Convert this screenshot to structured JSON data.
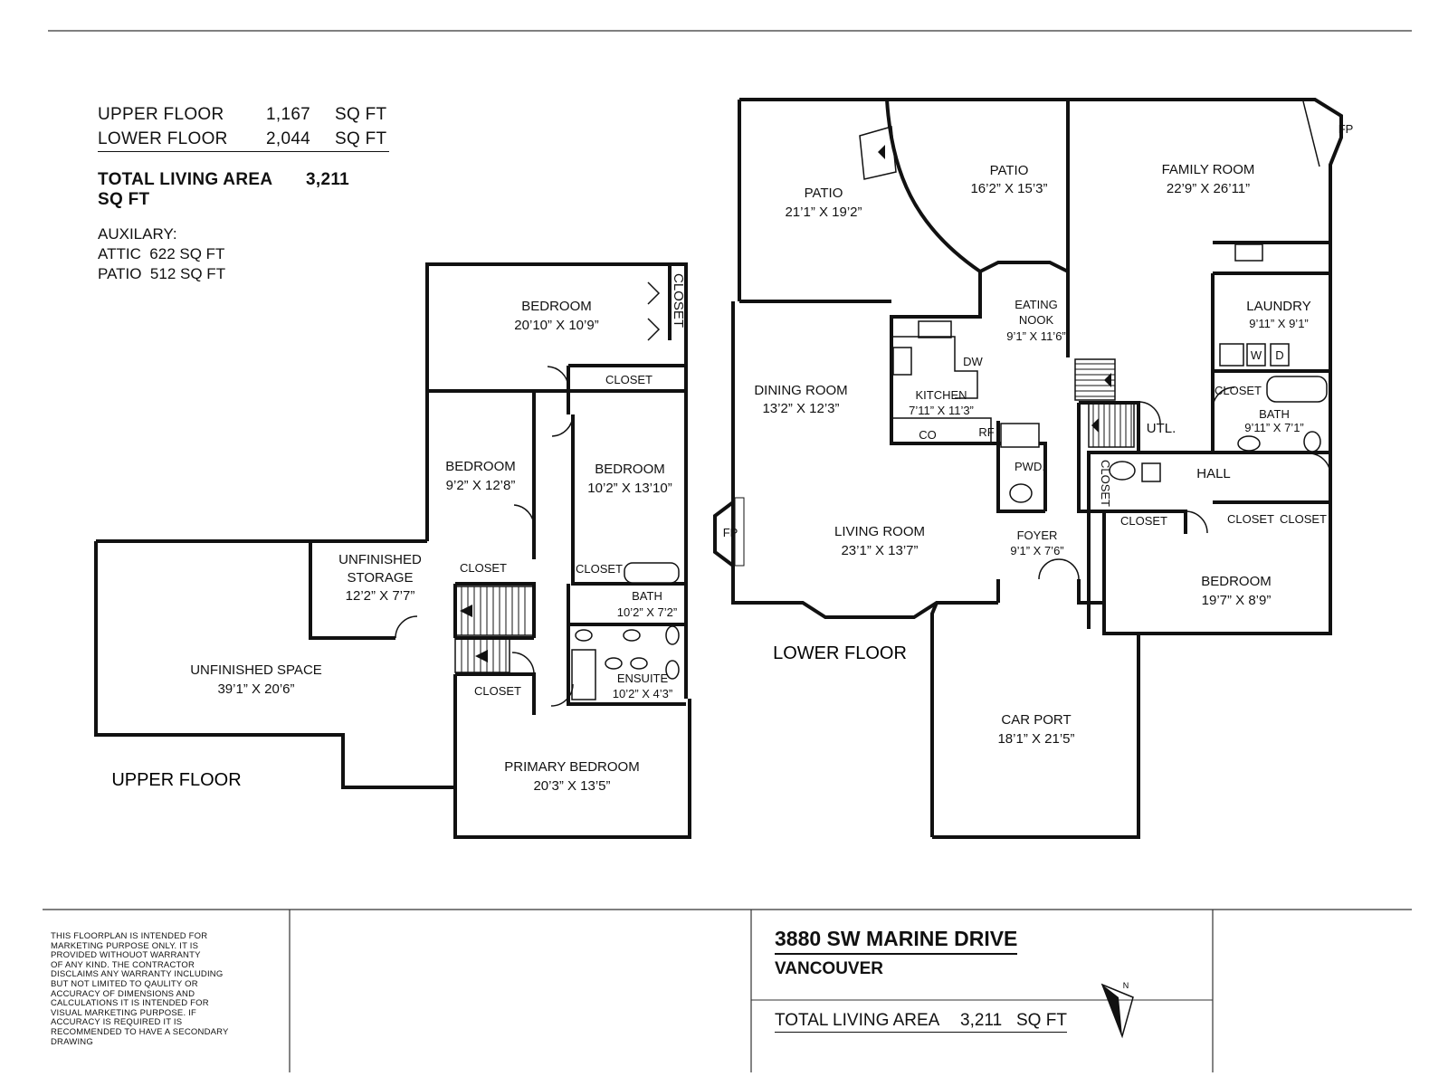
{
  "area_summary": {
    "upper": {
      "label": "UPPER FLOOR",
      "value": "1,167",
      "unit": "SQ FT"
    },
    "lower": {
      "label": "LOWER FLOOR",
      "value": "2,044",
      "unit": "SQ FT"
    },
    "total": {
      "label": "TOTAL LIVING AREA",
      "value": "3,211",
      "unit": "SQ FT"
    },
    "aux_title": "AUXILARY:",
    "aux_attic": "ATTIC  622 SQ FT",
    "aux_patio": "PATIO  512 SQ FT"
  },
  "floor_labels": {
    "upper": "UPPER FLOOR",
    "lower": "LOWER FLOOR"
  },
  "upper_rooms": {
    "bedroom_a": {
      "name": "BEDROOM",
      "dim": "20’10” X 10’9”"
    },
    "closet_v": "CLOSET",
    "closet_a": "CLOSET",
    "bedroom_b": {
      "name": "BEDROOM",
      "dim": "9’2” X 12’8”"
    },
    "bedroom_c": {
      "name": "BEDROOM",
      "dim": "10’2” X 13’10”"
    },
    "storage": {
      "name1": "UNFINISHED",
      "name2": "STORAGE",
      "dim": "12’2” X 7’7”"
    },
    "closet_b": "CLOSET",
    "closet_c": "CLOSET",
    "bath": {
      "name": "BATH",
      "dim": "10’2” X 7’2”"
    },
    "ensuite": {
      "name": "ENSUITE",
      "dim": "10’2” X 4’3”"
    },
    "unfinished": {
      "name": "UNFINISHED SPACE",
      "dim": "39’1” X 20’6”"
    },
    "closet_d": "CLOSET",
    "primary": {
      "name": "PRIMARY BEDROOM",
      "dim": "20’3” X 13’5”"
    }
  },
  "lower_rooms": {
    "patio_a": {
      "name": "PATIO",
      "dim": "21’1” X 19’2”"
    },
    "patio_b": {
      "name": "PATIO",
      "dim": "16’2” X 15’3”"
    },
    "family": {
      "name": "FAMILY ROOM",
      "dim": "22’9” X 26’11”"
    },
    "fp_a": "FP",
    "nook": {
      "name1": "EATING",
      "name2": "NOOK",
      "dim": "9’1” X 11’6”"
    },
    "laundry": {
      "name": "LAUNDRY",
      "dim": "9’11” X 9’1”"
    },
    "w": "W",
    "d": "D",
    "dining": {
      "name": "DINING ROOM",
      "dim": "13’2” X 12’3”"
    },
    "kitchen": {
      "name": "KITCHEN",
      "dim": "7’11” X 11’3”"
    },
    "dw": "DW",
    "co": "CO",
    "rf": "RF",
    "closet_a": "CLOSET",
    "bath": {
      "name": "BATH",
      "dim": "9’11” X 7’1”"
    },
    "utl": "UTL.",
    "hall": "HALL",
    "pwd": "PWD.",
    "closet_v": "CLOSET",
    "closet_b": "CLOSET",
    "closet_c": "CLOSET",
    "closet_d": "CLOSET",
    "living": {
      "name": "LIVING ROOM",
      "dim": "23’1” X 13’7”"
    },
    "foyer": {
      "name": "FOYER",
      "dim": "9’1” X 7’6”"
    },
    "fp_b": "FP",
    "bedroom": {
      "name": "BEDROOM",
      "dim": "19’7” X 8’9”"
    },
    "carport": {
      "name": "CAR PORT",
      "dim": "18’1” X 21’5”"
    }
  },
  "footer": {
    "disclaimer": [
      "THIS FLOORPLAN IS INTENDED FOR",
      "MARKETING PURPOSE ONLY. IT IS",
      "PROVIDED WITHOUOT WARRANTY",
      "OF ANY KIND. THE CONTRACTOR",
      "DISCLAIMS ANY WARRANTY INCLUDING",
      "BUT NOT LIMITED TO QAULITY OR",
      "ACCURACY OF DIMENSIONS AND",
      "CALCULATIONS IT IS INTENDED FOR",
      "VISUAL MARKETING PURPOSE. IF",
      "ACCURACY IS REQUIRED IT IS",
      "RECOMMENDED TO HAVE A SECONDARY",
      "DRAWING"
    ],
    "address": "3880 SW MARINE DRIVE",
    "city": "VANCOUVER",
    "total_label": "TOTAL LIVING AREA",
    "total_value": "3,211",
    "total_unit": "SQ FT",
    "north": "N"
  }
}
